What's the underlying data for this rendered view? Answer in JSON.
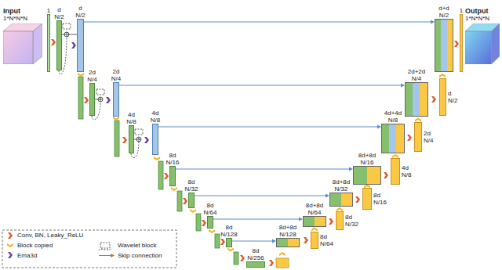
{
  "diagram": {
    "nodes": [
      {
        "text": [
          "Input",
          "1*N*N*N"
        ]
      },
      {
        "text": [
          "1"
        ]
      },
      {
        "text": [
          "d",
          "N/2"
        ]
      },
      {
        "text": [
          "d",
          "N/2"
        ]
      },
      {
        "text": [
          "d+d",
          "N/2"
        ]
      },
      {
        "text": [
          "1"
        ]
      },
      {
        "text": [
          "Output",
          "1*N*N*N"
        ]
      },
      {
        "text": [
          "2d",
          "N/4"
        ]
      },
      {
        "text": [
          "2d",
          "N/4"
        ]
      },
      {
        "text": [
          "2d+2d",
          "N/4"
        ]
      },
      {
        "text": [
          "d",
          "N/2"
        ]
      },
      {
        "text": [
          "4d",
          "N/8"
        ]
      },
      {
        "text": [
          "4d",
          "N/8"
        ]
      },
      {
        "text": [
          "4d+4d",
          "N/8"
        ]
      },
      {
        "text": [
          "2d",
          "N/4"
        ]
      },
      {
        "text": [
          "8d",
          "N/16"
        ]
      },
      {
        "text": [
          "8d+8d",
          "N/16"
        ]
      },
      {
        "text": [
          "4d",
          "N/8"
        ]
      },
      {
        "text": [
          "8d",
          "N/32"
        ]
      },
      {
        "text": [
          "8d+8d",
          "N/32"
        ]
      },
      {
        "text": [
          "8d",
          "N/16"
        ]
      },
      {
        "text": [
          "8d",
          "N/64"
        ]
      },
      {
        "text": [
          "8d+8d",
          "N/64"
        ]
      },
      {
        "text": [
          "8d",
          "N/32"
        ]
      },
      {
        "text": [
          "8d",
          "N/128"
        ]
      },
      {
        "text": [
          "8d+8d",
          "N/128"
        ]
      },
      {
        "text": [
          "8d",
          "N/64"
        ]
      },
      {
        "text": [
          "8d",
          "N/256"
        ]
      }
    ],
    "edges": [
      {
        "from": 3,
        "to": 4,
        "arrow": "to"
      },
      {
        "from": 8,
        "to": 9,
        "arrow": "to"
      },
      {
        "from": 12,
        "to": 13,
        "arrow": "to"
      },
      {
        "from": 15,
        "to": 16,
        "arrow": "to"
      },
      {
        "from": 18,
        "to": 19,
        "arrow": "to"
      },
      {
        "from": 21,
        "to": 22,
        "arrow": "to"
      },
      {
        "from": 24,
        "to": 25,
        "arrow": "to"
      }
    ],
    "legend": [
      {
        "text": "Conv, BN, Leaky_ReLU"
      },
      {
        "text": "Block copied"
      },
      {
        "text": "Ema3d"
      },
      {
        "text": "Wavelet block"
      },
      {
        "text": "Skip connection"
      }
    ]
  }
}
